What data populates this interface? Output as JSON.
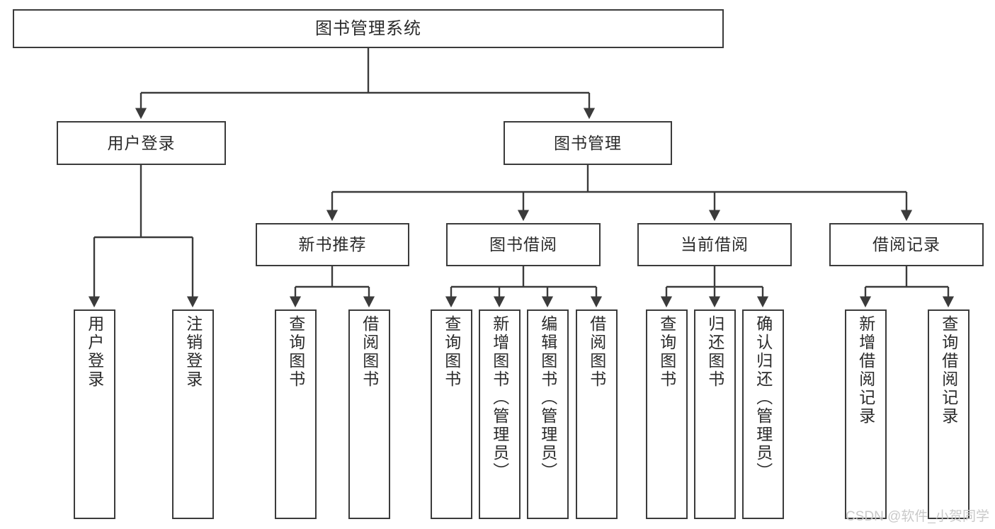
{
  "diagram": {
    "title": "图书管理系统",
    "type": "tree-hierarchy",
    "root": {
      "label": "图书管理系统"
    },
    "level2": [
      {
        "label": "用户登录"
      },
      {
        "label": "图书管理"
      }
    ],
    "level3": [
      {
        "label": "新书推荐"
      },
      {
        "label": "图书借阅"
      },
      {
        "label": "当前借阅"
      },
      {
        "label": "借阅记录"
      }
    ],
    "leaves": {
      "user_login": [
        {
          "label": "用户登录"
        },
        {
          "label": "注销登录"
        }
      ],
      "new_book_recommend": [
        {
          "label": "查询图书"
        },
        {
          "label": "借阅图书"
        }
      ],
      "book_borrow": [
        {
          "label": "查询图书"
        },
        {
          "label": "新增图书（管理员）"
        },
        {
          "label": "编辑图书（管理员）"
        },
        {
          "label": "借阅图书"
        }
      ],
      "current_borrow": [
        {
          "label": "查询图书"
        },
        {
          "label": "归还图书"
        },
        {
          "label": "确认归还（管理员）"
        }
      ],
      "borrow_record": [
        {
          "label": "新增借阅记录"
        },
        {
          "label": "查询借阅记录"
        }
      ]
    }
  },
  "watermark": {
    "text": "CSDN @软件_小贺同学"
  },
  "colors": {
    "box_border": "#3b3b3b",
    "box_fill": "#ffffff",
    "connector": "#3b3b3b",
    "text": "#2b2b2b",
    "watermark": "#c9c9c9"
  }
}
